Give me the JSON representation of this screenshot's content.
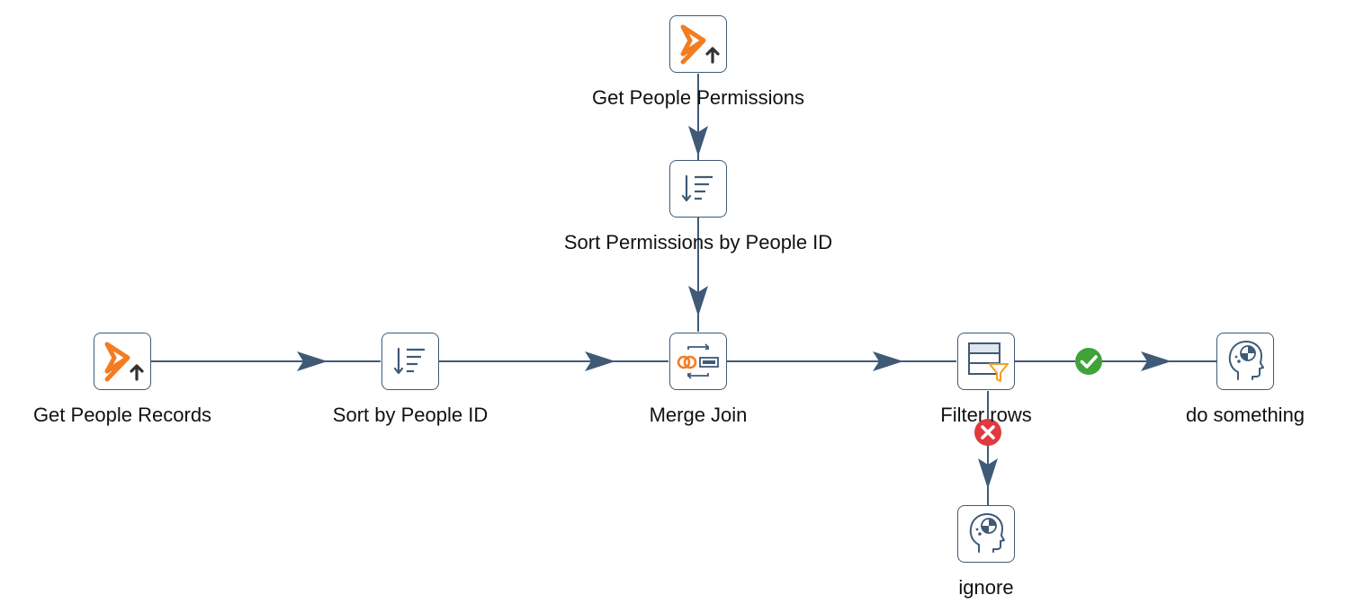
{
  "colors": {
    "line": "#3f5a77",
    "accent": "#f47c20",
    "success": "#3fa33a",
    "error": "#e03a3e",
    "label": "#111111"
  },
  "steps": {
    "get_people_permissions": {
      "label": "Get People Permissions",
      "icon": "table-input-icon"
    },
    "sort_permissions": {
      "label": "Sort Permissions by People ID",
      "icon": "sort-rows-icon"
    },
    "get_people_records": {
      "label": "Get People Records",
      "icon": "table-input-icon"
    },
    "sort_by_people_id": {
      "label": "Sort by People ID",
      "icon": "sort-rows-icon"
    },
    "merge_join": {
      "label": "Merge Join",
      "icon": "merge-join-icon"
    },
    "filter_rows": {
      "label": "Filter rows",
      "icon": "filter-rows-icon"
    },
    "do_something": {
      "label": "do something",
      "icon": "dummy-step-icon"
    },
    "ignore": {
      "label": "ignore",
      "icon": "dummy-step-icon"
    }
  },
  "hops": [
    {
      "from": "get_people_permissions",
      "to": "sort_permissions",
      "type": "normal"
    },
    {
      "from": "sort_permissions",
      "to": "merge_join",
      "type": "normal"
    },
    {
      "from": "get_people_records",
      "to": "sort_by_people_id",
      "type": "normal"
    },
    {
      "from": "sort_by_people_id",
      "to": "merge_join",
      "type": "normal"
    },
    {
      "from": "merge_join",
      "to": "filter_rows",
      "type": "normal"
    },
    {
      "from": "filter_rows",
      "to": "do_something",
      "type": "true"
    },
    {
      "from": "filter_rows",
      "to": "ignore",
      "type": "false"
    }
  ]
}
